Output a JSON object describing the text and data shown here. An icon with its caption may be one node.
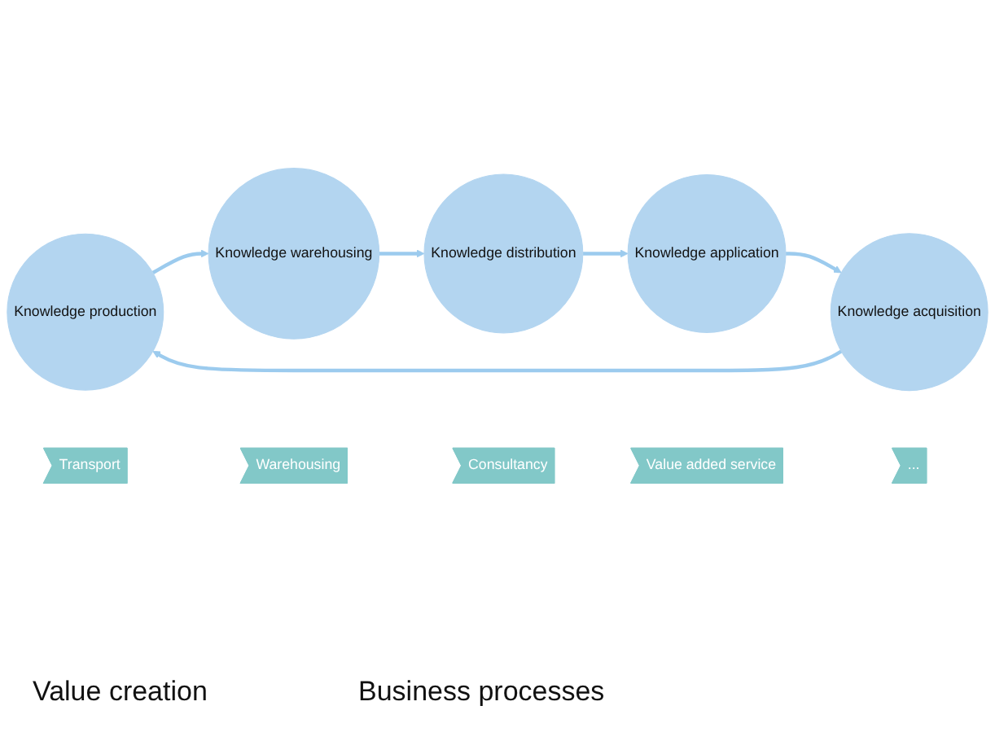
{
  "diagram": {
    "nodes": [
      {
        "text": [
          "Knowledge production"
        ]
      },
      {
        "text": [
          "Knowledge acquisition"
        ]
      },
      {
        "text": [
          "Knowledge warehousing"
        ]
      },
      {
        "text": [
          "Transport"
        ]
      },
      {
        "text": [
          "Warehousing"
        ]
      },
      {
        "text": [
          "Consultancy"
        ]
      },
      {
        "text": [
          "Value added service"
        ]
      },
      {
        "text": [
          "..."
        ]
      },
      {
        "text": [
          "Knowledge application"
        ]
      },
      {
        "text": [
          "Knowledge distribution"
        ]
      }
    ],
    "edges": [
      {
        "from": 1,
        "to": 0,
        "arrow": "to"
      },
      {
        "from": 0,
        "to": 2,
        "arrow": "to"
      },
      {
        "from": 2,
        "to": 9,
        "arrow": "to"
      },
      {
        "from": 9,
        "to": 8,
        "arrow": "to"
      },
      {
        "from": 8,
        "to": 1,
        "arrow": "to"
      }
    ],
    "labels": [
      "Value creation",
      "Business processes"
    ]
  }
}
